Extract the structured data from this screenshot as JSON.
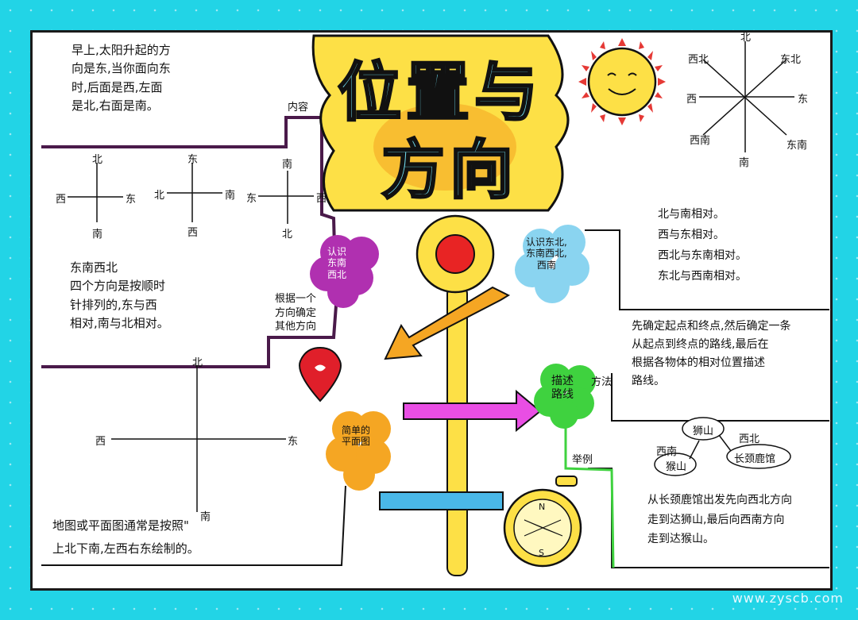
{
  "title": {
    "line1": "位置与",
    "line2": "方向"
  },
  "watermark": "www.zyscb.com",
  "top_left_note": "早上,太阳升起的方\n向是东,当你面向东\n时,后面是西,左面\n是北,右面是南。",
  "content_tag": "内容",
  "compass_rose": {
    "n": "北",
    "s": "南",
    "e": "东",
    "w": "西",
    "ne": "东北",
    "nw": "西北",
    "se": "东南",
    "sw": "西南"
  },
  "small_crosses": [
    {
      "top": "北",
      "bottom": "南",
      "left": "西",
      "right": "东"
    },
    {
      "top": "东",
      "bottom": "西",
      "left": "北",
      "right": "南"
    },
    {
      "top": "南",
      "bottom": "北",
      "left": "东",
      "right": "西"
    }
  ],
  "order_note": "东南西北\n四个方向是按顺时\n针排列的,东与西\n相对,南与北相对。",
  "purple_blob": "认识\n东南\n西北",
  "basis_note": "根据一个\n方向确定\n其他方向",
  "blue_blob": "认识东北,\n东南西北,\n西南",
  "opposites_note": "北与南相对。\n西与东相对。\n西北与东南相对。\n东北与西南相对。",
  "route_note": "先确定起点和终点,然后确定一条\n从起点到终点的路线,最后在\n根据各物体的相对位置描述\n路线。",
  "green_blob": "描述\n路线",
  "method_tag": "方法",
  "example_tag": "举例",
  "map_example": {
    "a": "猴山",
    "b": "狮山",
    "c": "长颈鹿馆",
    "dir1": "西南",
    "dir2": "西北"
  },
  "example_note": "从长颈鹿馆出发先向西北方向\n走到达狮山,最后向西南方向\n走到达猴山。",
  "big_cross": {
    "top": "北",
    "bottom": "南",
    "left": "西",
    "right": "东"
  },
  "orange_blob": "简单的\n平面图",
  "map_note": "地图或平面图通常是按照\"\n上北下南,左西右东绘制的。",
  "compass": {
    "n": "N",
    "s": "S"
  }
}
